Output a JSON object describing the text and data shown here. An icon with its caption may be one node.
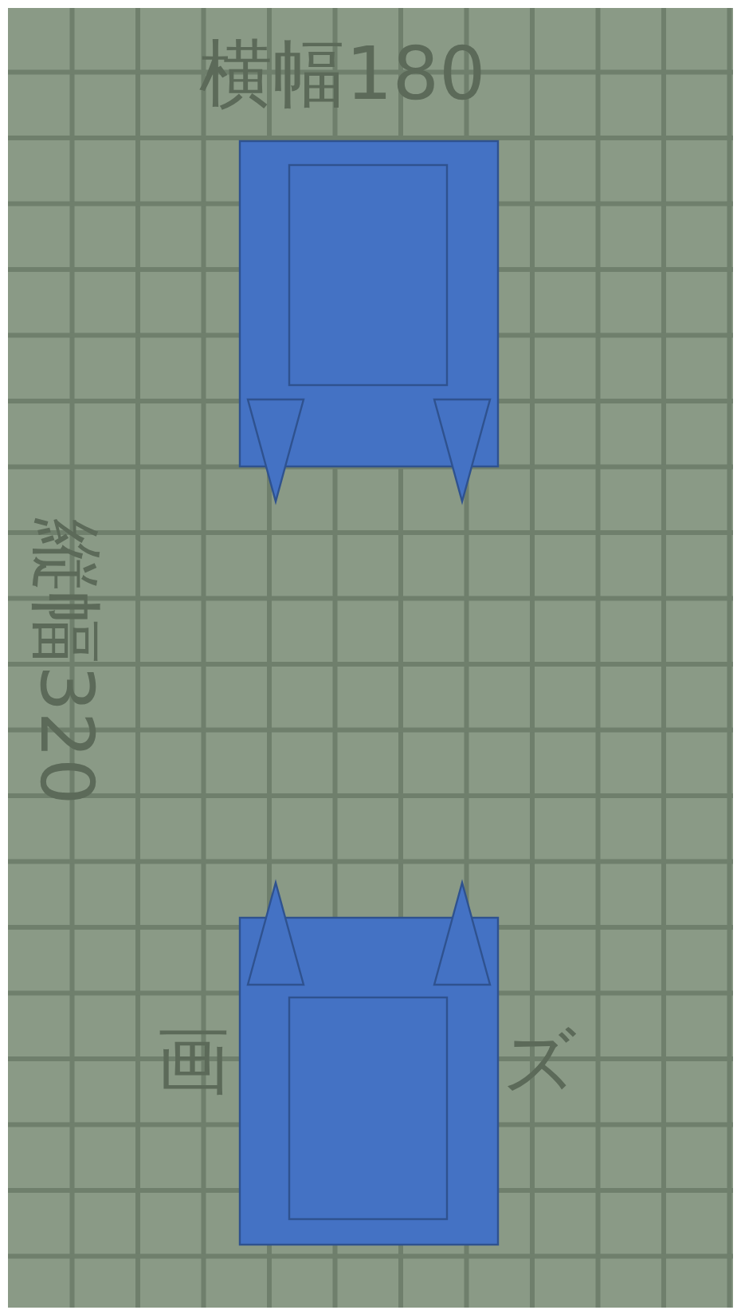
{
  "diagram": {
    "nodes": [
      {
        "text": [],
        "shape": "box"
      },
      {
        "text": [],
        "shape": "box",
        "in": 0
      },
      {
        "text": [],
        "shape": "triangle"
      },
      {
        "text": [],
        "shape": "triangle"
      },
      {
        "text": [],
        "shape": "triangle"
      },
      {
        "text": [],
        "shape": "triangle"
      },
      {
        "text": [],
        "shape": "box"
      },
      {
        "text": [],
        "shape": "box",
        "in": 6
      }
    ],
    "labels": [
      "横幅180",
      "縦幅320",
      "画",
      "ズ"
    ]
  }
}
